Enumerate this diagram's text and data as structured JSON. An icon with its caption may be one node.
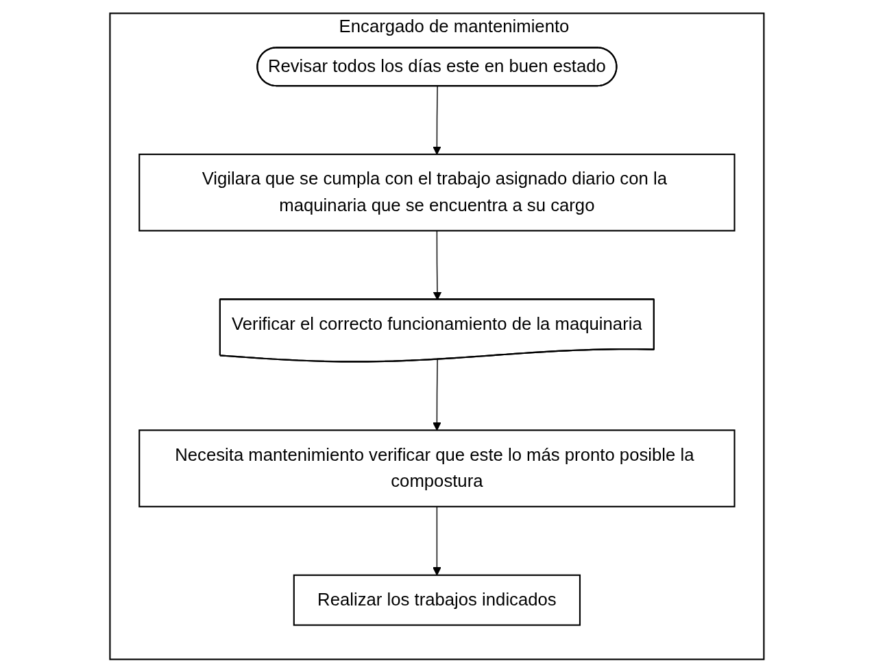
{
  "diagram": {
    "nodes": [
      {
        "text": [
          "Encargado de mantenimiento"
        ]
      },
      {
        "text": [
          "Revisar todos los días este en buen estado"
        ],
        "in": 0
      },
      {
        "text": [
          "Vigilara que se cumpla con el trabajo asignado diario con la maquinaria que se encuentra a su cargo"
        ],
        "in": 0
      },
      {
        "text": [
          "Verificar el correcto funcionamiento de la maquinaria"
        ],
        "in": 0
      },
      {
        "text": [
          "Necesita mantenimiento verificar que este lo más pronto posible la compostura"
        ],
        "in": 0
      },
      {
        "text": [
          "Realizar los trabajos indicados"
        ],
        "in": 0
      }
    ],
    "edges": [
      {
        "from": 1,
        "to": 2,
        "arrow": "to"
      },
      {
        "from": 2,
        "to": 3,
        "arrow": "to"
      },
      {
        "from": 3,
        "to": 4,
        "arrow": "to"
      },
      {
        "from": 4,
        "to": 5,
        "arrow": "to"
      }
    ]
  }
}
